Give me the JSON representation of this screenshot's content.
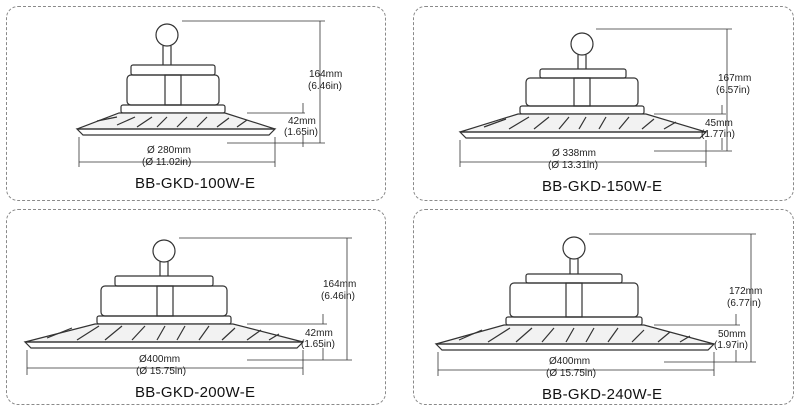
{
  "panels": [
    {
      "model": "BB-GKD-100W-E",
      "height_mm": "164mm",
      "height_in": "(6.46in)",
      "base_mm": "42mm",
      "base_in": "(1.65in)",
      "diam_mm": "Ø 280mm",
      "diam_in": "(Ø 11.02in)"
    },
    {
      "model": "BB-GKD-150W-E",
      "height_mm": "167mm",
      "height_in": "(6.57in)",
      "base_mm": "45mm",
      "base_in": "(1.77in)",
      "diam_mm": "Ø 338mm",
      "diam_in": "(Ø 13.31in)"
    },
    {
      "model": "BB-GKD-200W-E",
      "height_mm": "164mm",
      "height_in": "(6.46in)",
      "base_mm": "42mm",
      "base_in": "(1.65in)",
      "diam_mm": "Ø400mm",
      "diam_in": "(Ø 15.75in)"
    },
    {
      "model": "BB-GKD-240W-E",
      "height_mm": "172mm",
      "height_in": "(6.77in)",
      "base_mm": "50mm",
      "base_in": "(1.97in)",
      "diam_mm": "Ø400mm",
      "diam_in": "(Ø 15.75in)"
    }
  ]
}
